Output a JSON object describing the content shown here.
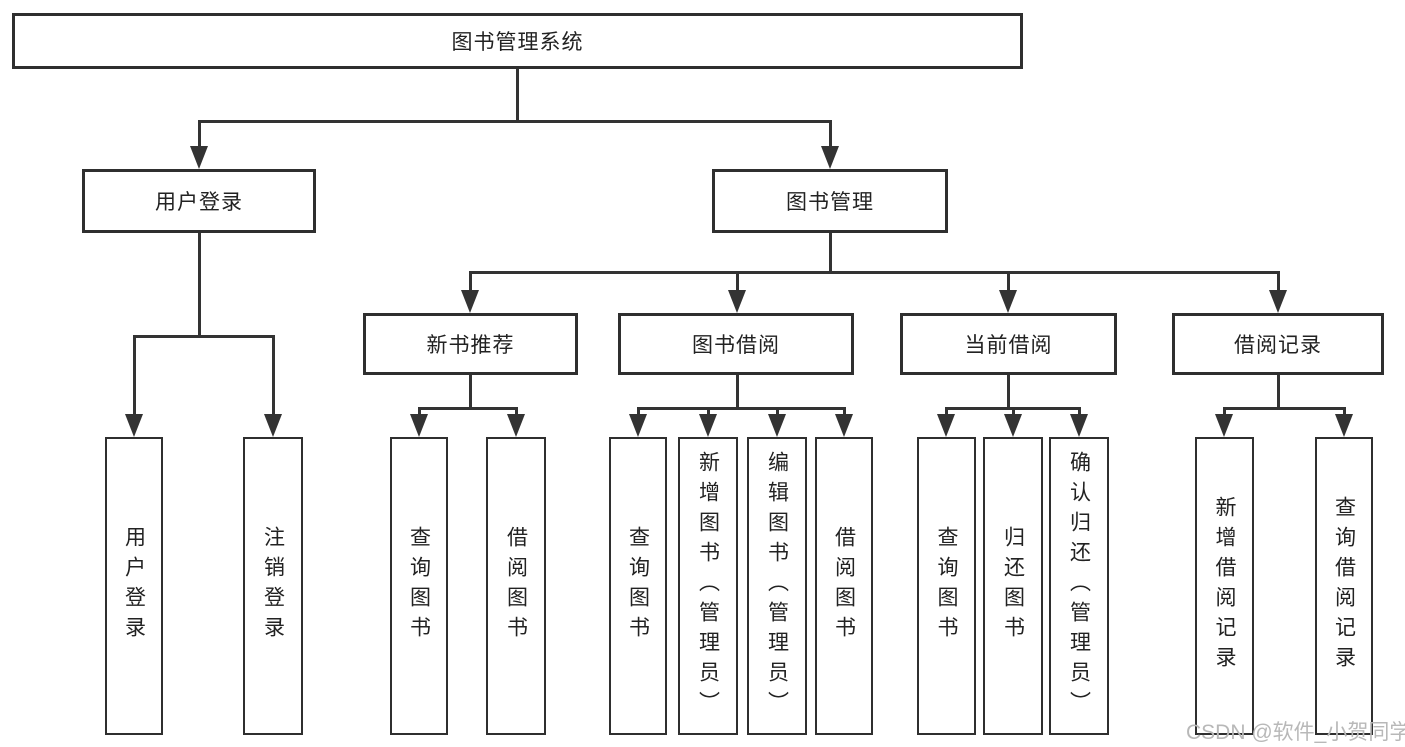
{
  "tree": {
    "root": "图书管理系统",
    "branches": [
      {
        "label": "用户登录",
        "children": [
          "用户登录",
          "注销登录"
        ]
      },
      {
        "label": "图书管理",
        "groups": [
          {
            "label": "新书推荐",
            "children": [
              "查询图书",
              "借阅图书"
            ]
          },
          {
            "label": "图书借阅",
            "children": [
              "查询图书",
              "新增图书（管理员）",
              "编辑图书（管理员）",
              "借阅图书"
            ]
          },
          {
            "label": "当前借阅",
            "children": [
              "查询图书",
              "归还图书",
              "确认归还（管理员）"
            ]
          },
          {
            "label": "借阅记录",
            "children": [
              "新增借阅记录",
              "查询借阅记录"
            ]
          }
        ]
      }
    ]
  },
  "watermark": "CSDN @软件_小贺同学",
  "colors": {
    "line": "#333333",
    "border": "#2f2f2f",
    "text": "#222222",
    "watermark": "#b8b8b8",
    "background": "#ffffff"
  }
}
